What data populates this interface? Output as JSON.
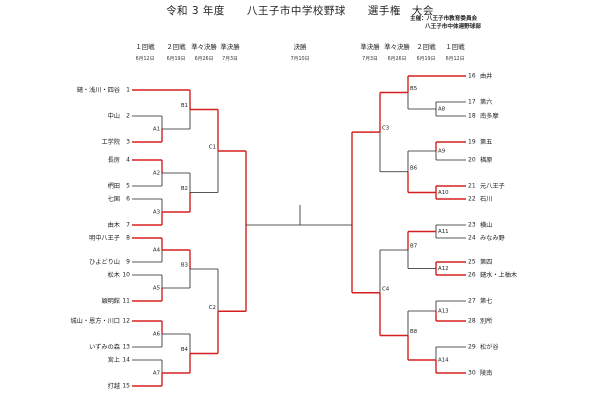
{
  "title": "令和  3 年度　　八王子市中学校野球　　選手権　大会",
  "organizers": [
    "主催：八王子市教育委員会",
    "八王子市中体連野球部"
  ],
  "round_headers_left": [
    "１回戦",
    "２回戦",
    "準々決勝",
    "準決勝"
  ],
  "dates_left": [
    "6月12日",
    "6月19日",
    "6月26日",
    "7月3日"
  ],
  "final_header": "決勝",
  "final_date": "7月10日",
  "round_headers_right": [
    "準決勝",
    "準々決勝",
    "２回戦",
    "１回戦"
  ],
  "dates_right": [
    "7月3日",
    "6月26日",
    "6月19日",
    "6月12日"
  ],
  "teams_left": [
    {
      "seed": "1",
      "name": "鑓・浅川・四谷"
    },
    {
      "seed": "2",
      "name": "中山"
    },
    {
      "seed": "3",
      "name": "工学院"
    },
    {
      "seed": "4",
      "name": "長房"
    },
    {
      "seed": "5",
      "name": "椚田"
    },
    {
      "seed": "6",
      "name": "七国"
    },
    {
      "seed": "7",
      "name": "由木"
    },
    {
      "seed": "8",
      "name": "明中八王子"
    },
    {
      "seed": "9",
      "name": "ひよどり山"
    },
    {
      "seed": "10",
      "name": "松木"
    },
    {
      "seed": "11",
      "name": "穎明館"
    },
    {
      "seed": "12",
      "name": "城山・恩方・川口"
    },
    {
      "seed": "13",
      "name": "いずみの森"
    },
    {
      "seed": "14",
      "name": "宮上"
    },
    {
      "seed": "15",
      "name": "打越"
    }
  ],
  "teams_right": [
    {
      "seed": "16",
      "name": "由井"
    },
    {
      "seed": "17",
      "name": "第六"
    },
    {
      "seed": "18",
      "name": "南多摩"
    },
    {
      "seed": "19",
      "name": "第五"
    },
    {
      "seed": "20",
      "name": "楢原"
    },
    {
      "seed": "21",
      "name": "元八王子"
    },
    {
      "seed": "22",
      "name": "石川"
    },
    {
      "seed": "23",
      "name": "横山"
    },
    {
      "seed": "24",
      "name": "みなみ野"
    },
    {
      "seed": "25",
      "name": "第四"
    },
    {
      "seed": "26",
      "name": "鑓水・上柚木"
    },
    {
      "seed": "27",
      "name": "第七"
    },
    {
      "seed": "28",
      "name": "別所"
    },
    {
      "seed": "29",
      "name": "松が谷"
    },
    {
      "seed": "30",
      "name": "陵南"
    }
  ],
  "game_labels_left": {
    "r1": [
      "A1",
      "A2",
      "A3",
      "A4",
      "A5",
      "A6",
      "A7"
    ],
    "r2": [
      "B1",
      "B2",
      "B3",
      "B4"
    ],
    "qf": [
      "C1",
      "C2"
    ]
  },
  "game_labels_right": {
    "r1": [
      "A8",
      "A9",
      "A10",
      "A11",
      "A12",
      "A13",
      "A14"
    ],
    "r2": [
      "B5",
      "B6",
      "B7",
      "B8"
    ],
    "qf": [
      "C3",
      "C4"
    ]
  },
  "colors": {
    "win_line": "#d62020",
    "line": "#222222"
  }
}
